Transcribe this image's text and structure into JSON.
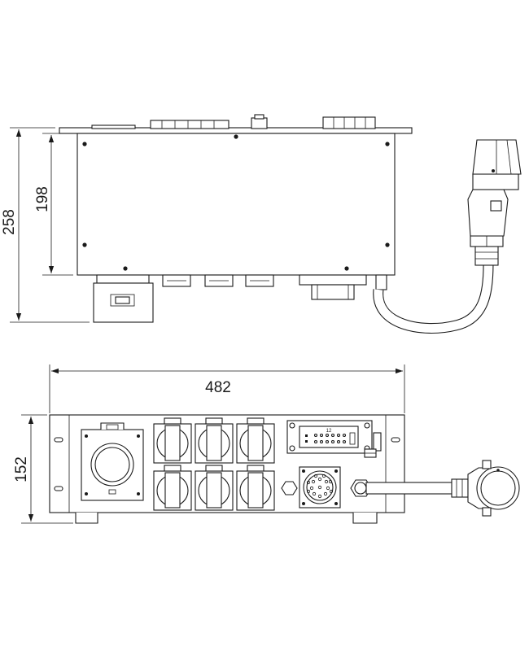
{
  "dimensions": {
    "overall_height": "258",
    "box_height": "198",
    "width": "482",
    "front_height": "152"
  },
  "connector_label": "12"
}
